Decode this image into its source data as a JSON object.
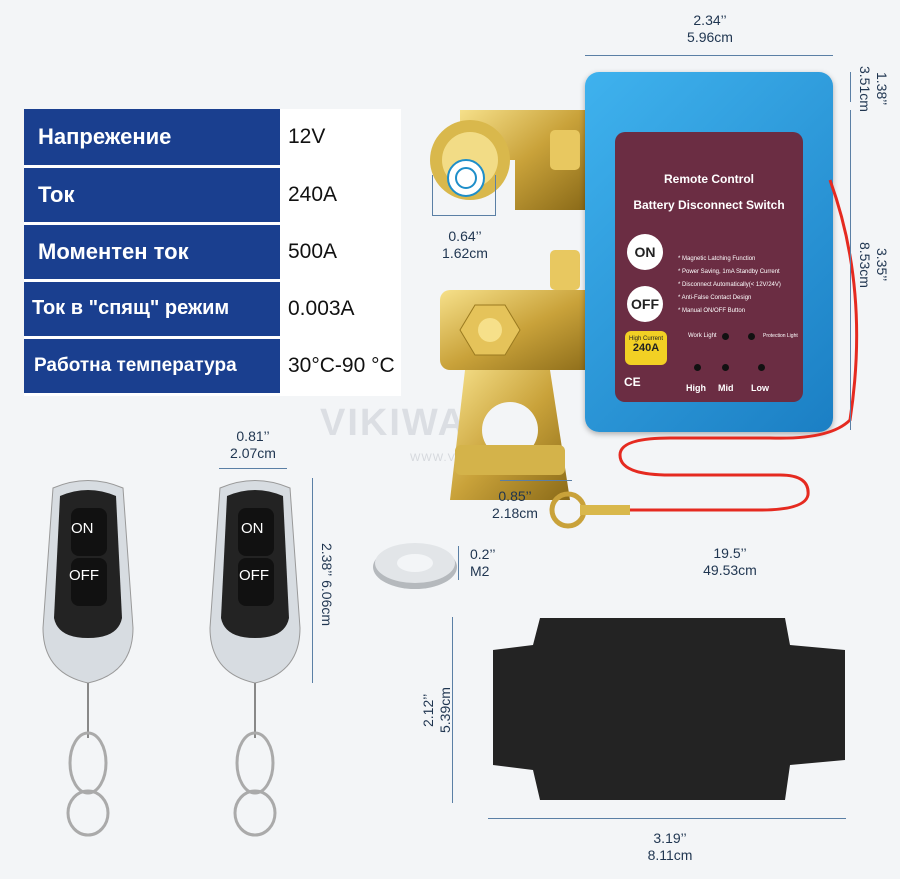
{
  "specs": [
    {
      "label": "Напрежение",
      "value": "12V"
    },
    {
      "label": "Ток",
      "value": "240A"
    },
    {
      "label": "Моментен ток",
      "value": "500A"
    },
    {
      "label": "Ток в \"спящ\" режим",
      "value": "0.003A"
    },
    {
      "label": "Работна температура",
      "value": "30°C-90 °C"
    }
  ],
  "device": {
    "title1": "Remote Control",
    "title2": "Battery Disconnect Switch",
    "on": "ON",
    "off": "OFF",
    "features": [
      "* Magnetic Latching Function",
      "* Power Saving, 1mA Standby Current",
      "* Disconnect Automatically(< 12V/24V)",
      "* Anti-False Contact Design",
      "* Manual ON/OFF Button"
    ],
    "work_light": "Work Light",
    "protection_light": "Protection Light",
    "high_current": "High Current",
    "amps": "240A",
    "ce": "CE",
    "levels": [
      "High",
      "Mid",
      "Low"
    ]
  },
  "remote": {
    "on": "ON",
    "off": "OFF"
  },
  "dims": {
    "top_w1": "2.34’’",
    "top_w2": "5.96cm",
    "top_h1": "1.38’’",
    "top_h2": "3.51cm",
    "side_h1": "3.35’’",
    "side_h2": "8.53cm",
    "post1": "0.64’’",
    "post2": "1.62cm",
    "clamp1": "0.85’’",
    "clamp2": "2.18cm",
    "wire1": "19.5’’",
    "wire2": "49.53cm",
    "remote_w1": "0.81’’",
    "remote_w2": "2.07cm",
    "remote_h1": "2.38’’",
    "remote_h2": "6.06cm",
    "washer1": "0.2’’",
    "washer2": "M2",
    "pad_h1": "2.12’’",
    "pad_h2": "5.39cm",
    "pad_w1": "3.19’’",
    "pad_w2": "8.11cm"
  },
  "watermark": "VIKIWAT",
  "watermark_url": "WWW.VIKIWAT.COM"
}
